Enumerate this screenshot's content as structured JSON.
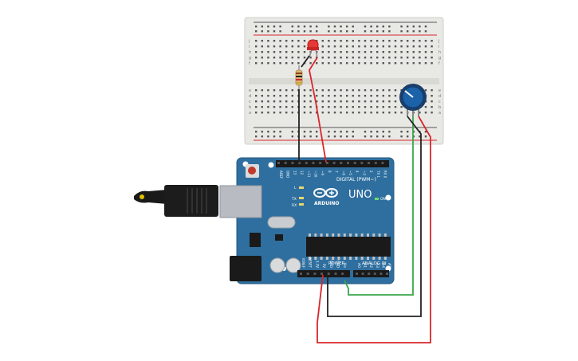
{
  "board": {
    "digital_header": "DIGITAL (PWM~)",
    "brand": "ARDUINO",
    "model": "UNO",
    "on_label": "ON",
    "power_label": "POWER",
    "analog_label": "ANALOG IN",
    "tx_label": "TX",
    "rx_label": "RX",
    "l_label": "L",
    "digital_pins": [
      "AREF",
      "GND",
      "13",
      "12",
      "~11",
      "~10",
      "~9",
      "8",
      "7",
      "~6",
      "~5",
      "4",
      "~3",
      "2",
      "TX 1",
      "RX 0"
    ],
    "power_pins": [
      "IOREF",
      "RESET",
      "3.3V",
      "5V",
      "GND",
      "GND",
      "Vin"
    ],
    "analog_pins": [
      "A0",
      "A1",
      "A2",
      "A3",
      "A4",
      "A5"
    ]
  },
  "breadboard": {
    "row_letters_top": [
      "j",
      "i",
      "h",
      "g",
      "f"
    ],
    "row_letters_bottom": [
      "e",
      "d",
      "c",
      "b",
      "a"
    ],
    "columns": 30
  },
  "colors": {
    "board_blue": "#2f6f9f",
    "breadboard": "#e8e8e4",
    "wire_red": "#d9262b",
    "wire_black": "#222222",
    "wire_green": "#3aa64a",
    "led_red": "#e53935",
    "pot_blue": "#1b62a8"
  }
}
